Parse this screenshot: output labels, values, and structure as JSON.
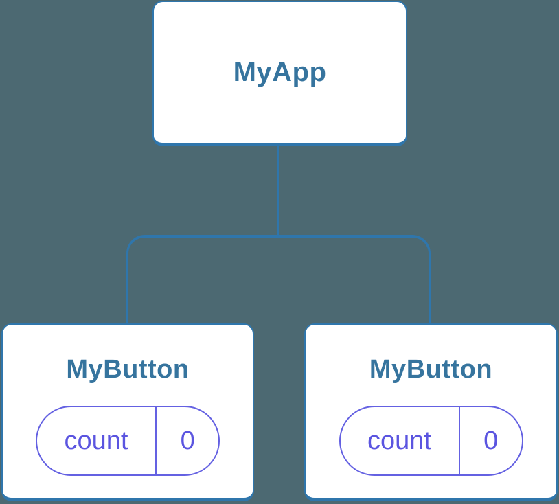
{
  "diagram": {
    "type": "component-tree",
    "colors": {
      "background": "#4C6972",
      "box_fill": "#FFFFFF",
      "stroke_blue": "#2F76AC",
      "text_blue": "#36749E",
      "accent_purple": "#6461E2",
      "text_purple": "#5B55E0"
    },
    "root": {
      "label": "MyApp"
    },
    "children": [
      {
        "label": "MyButton",
        "state": {
          "key": "count",
          "value": "0"
        }
      },
      {
        "label": "MyButton",
        "state": {
          "key": "count",
          "value": "0"
        }
      }
    ]
  }
}
